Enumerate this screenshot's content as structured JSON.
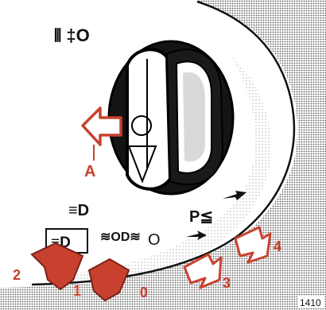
{
  "symbols": {
    "fog_lights": "⫴ ‡O",
    "low_beam": "≡D",
    "parking": "P≦",
    "off": "O",
    "side_lights": "≋OD≋"
  },
  "callouts": {
    "a": "A",
    "n2": "2",
    "n1": "1",
    "n0": "0",
    "n3": "3",
    "n4": "4"
  },
  "figure_number": "1410",
  "colors": {
    "accent_red": "#c8412e",
    "outline": "#111111",
    "dotted_bg": "#9a9a9a"
  }
}
